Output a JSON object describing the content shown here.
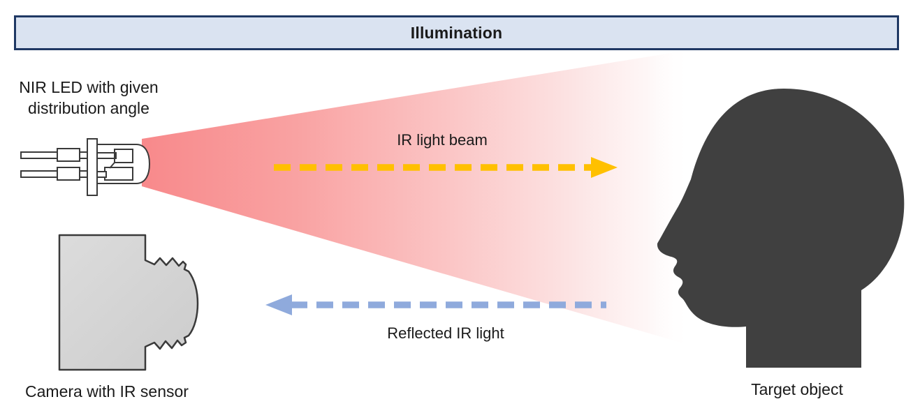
{
  "header": {
    "title": "Illumination"
  },
  "labels": {
    "led": "NIR LED with given\ndistribution angle",
    "ir_beam": "IR light beam",
    "reflected": "Reflected IR light",
    "camera": "Camera with IR sensor",
    "target": "Target object"
  },
  "colors": {
    "header_bg": "#DAE3F1",
    "header_border": "#1F3864",
    "beam_pink": "#F8898B",
    "ir_arrow_yellow": "#FFC000",
    "reflected_arrow_blue": "#8FAADC",
    "head_fill": "#404040",
    "camera_fill": "#D6D6D6",
    "outline": "#3A3A3A",
    "text": "#1A1A1A"
  },
  "icons": {
    "led-icon": "svg-led-schematic",
    "camera-icon": "svg-camera-side-view",
    "head-silhouette-icon": "svg-head-profile",
    "ir-beam-arrow-icon": "dashed-arrow-right",
    "reflected-arrow-icon": "dashed-arrow-left",
    "light-beam-cone": "pink-gradient-cone"
  }
}
